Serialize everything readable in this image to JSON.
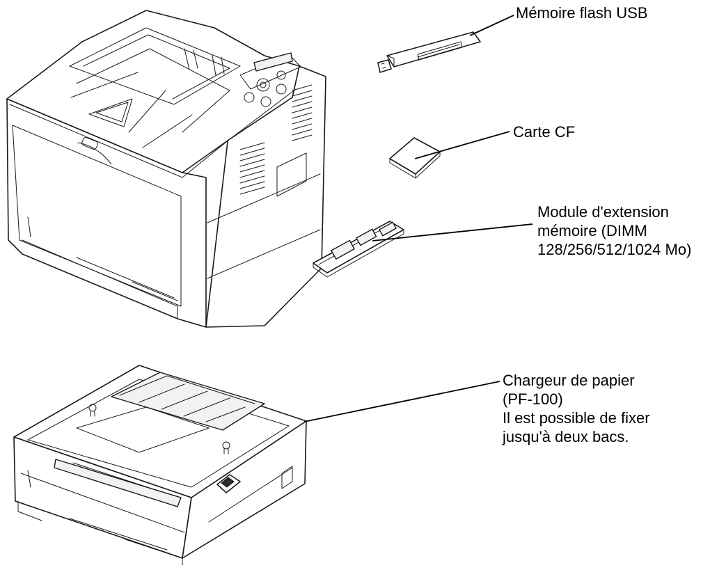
{
  "callouts": {
    "usb": "Mémoire flash USB",
    "cf": "Carte CF",
    "memory": [
      "Module d'extension",
      "mémoire (DIMM",
      "128/256/512/1024 Mo)"
    ],
    "feeder": [
      "Chargeur de papier",
      "(PF-100)",
      "Il est possible de fixer",
      "jusqu'à deux bacs."
    ]
  },
  "colors": {
    "line": "#1a1a1a",
    "background": "#ffffff"
  }
}
